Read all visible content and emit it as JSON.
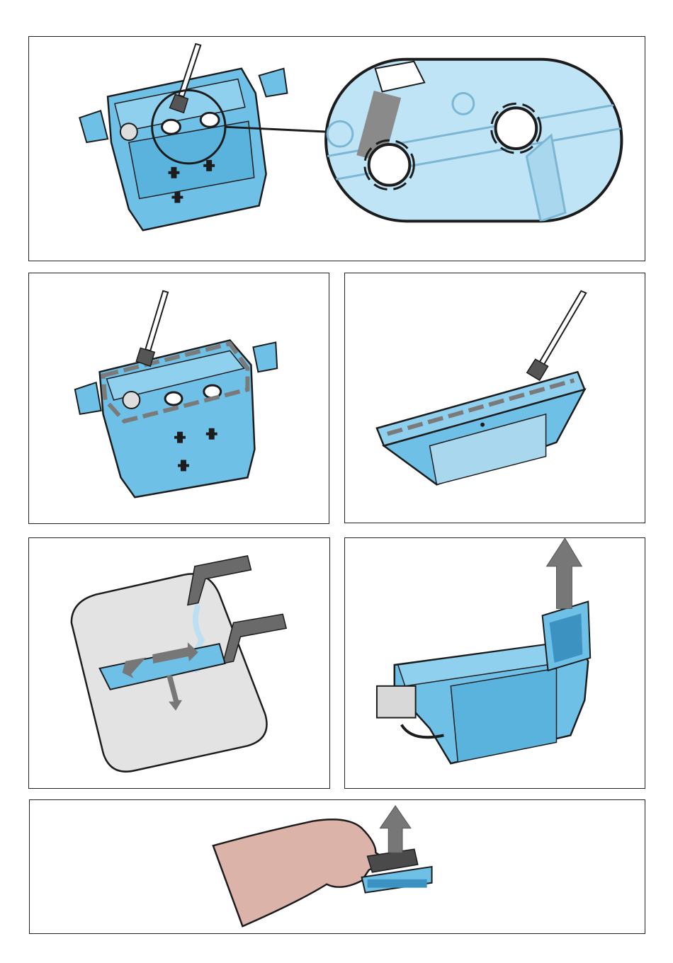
{
  "document": {
    "type": "illustrated cleaning instructions",
    "colors": {
      "part_blue": "#6fc0e6",
      "part_blue_dark": "#3c93c2",
      "outline": "#1c1c1c",
      "arrow_gray": "#777777",
      "skin": "#dcb3a8",
      "sink_gray": "#e3e3e3",
      "water": "#bcdff2"
    },
    "panels": [
      {
        "id": "p1",
        "icons": [
          "water-tank-icon",
          "cleaning-brush-icon",
          "magnify-callout-icon",
          "rotate-arrows-icon"
        ]
      },
      {
        "id": "p2",
        "icons": [
          "water-tank-icon",
          "cleaning-brush-icon",
          "dashed-path-arrows-icon"
        ]
      },
      {
        "id": "p3",
        "icons": [
          "tank-lid-icon",
          "cleaning-brush-icon",
          "brush-direction-arrows-icon"
        ]
      },
      {
        "id": "p4",
        "icons": [
          "sink-icon",
          "faucet-icon",
          "rinse-arrows-icon"
        ]
      },
      {
        "id": "p5",
        "icons": [
          "water-tank-icon",
          "filter-icon",
          "remove-up-arrow-icon"
        ]
      },
      {
        "id": "p6",
        "icons": [
          "hand-icon",
          "brush-filter-icon",
          "lift-up-arrow-icon"
        ]
      }
    ]
  }
}
